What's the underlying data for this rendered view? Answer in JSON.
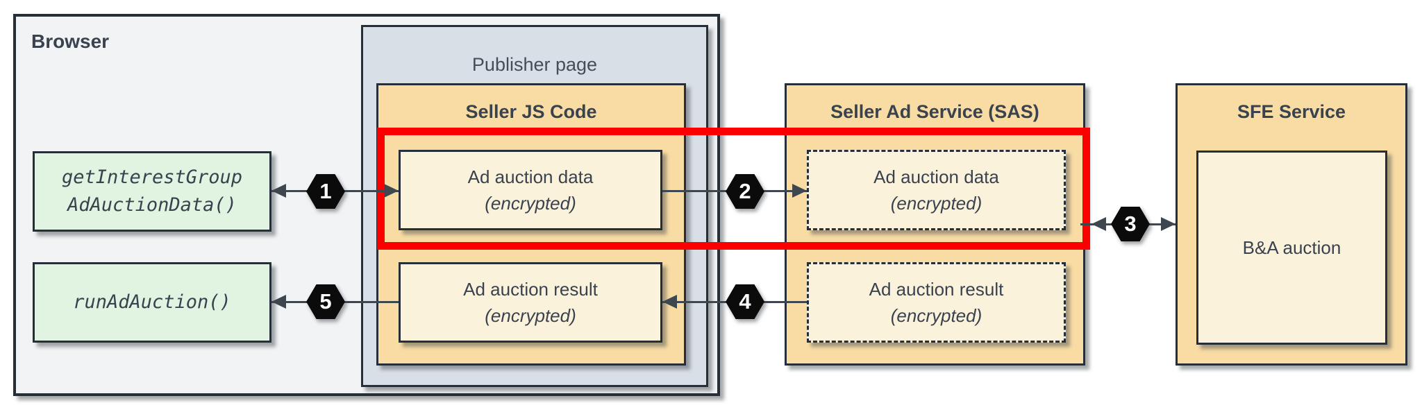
{
  "diagram": {
    "browser": {
      "label": "Browser"
    },
    "publisher_page": {
      "label": "Publisher page"
    },
    "seller_js": {
      "title": "Seller JS Code",
      "data_box": {
        "line1": "Ad auction data",
        "line2": "(encrypted)"
      },
      "result_box": {
        "line1": "Ad auction result",
        "line2": "(encrypted)"
      }
    },
    "sas": {
      "title": "Seller Ad Service (SAS)",
      "data_box": {
        "line1": "Ad auction data",
        "line2": "(encrypted)"
      },
      "result_box": {
        "line1": "Ad auction result",
        "line2": "(encrypted)"
      }
    },
    "sfe": {
      "title": "SFE Service",
      "auction_box_label": "B&A auction"
    },
    "browser_apis": {
      "get_interest_group": {
        "line1": "getInterestGroup",
        "line2": "AdAuctionData()"
      },
      "run_ad_auction": {
        "label": "runAdAuction()"
      }
    },
    "steps": [
      "1",
      "2",
      "3",
      "4",
      "5"
    ],
    "colors": {
      "highlight_red": "#FA0000",
      "service_orange": "#F8DCA4",
      "inner_cream": "#FBF2DC",
      "api_green": "#E1F3E1",
      "publisher_gray": "#D9DFE6",
      "browser_gray": "#F1F3F5",
      "border_dark": "#262E38",
      "text_dark": "#39424E",
      "step_badge_black": "#0B0B0B",
      "connector": "#3E4650"
    }
  }
}
